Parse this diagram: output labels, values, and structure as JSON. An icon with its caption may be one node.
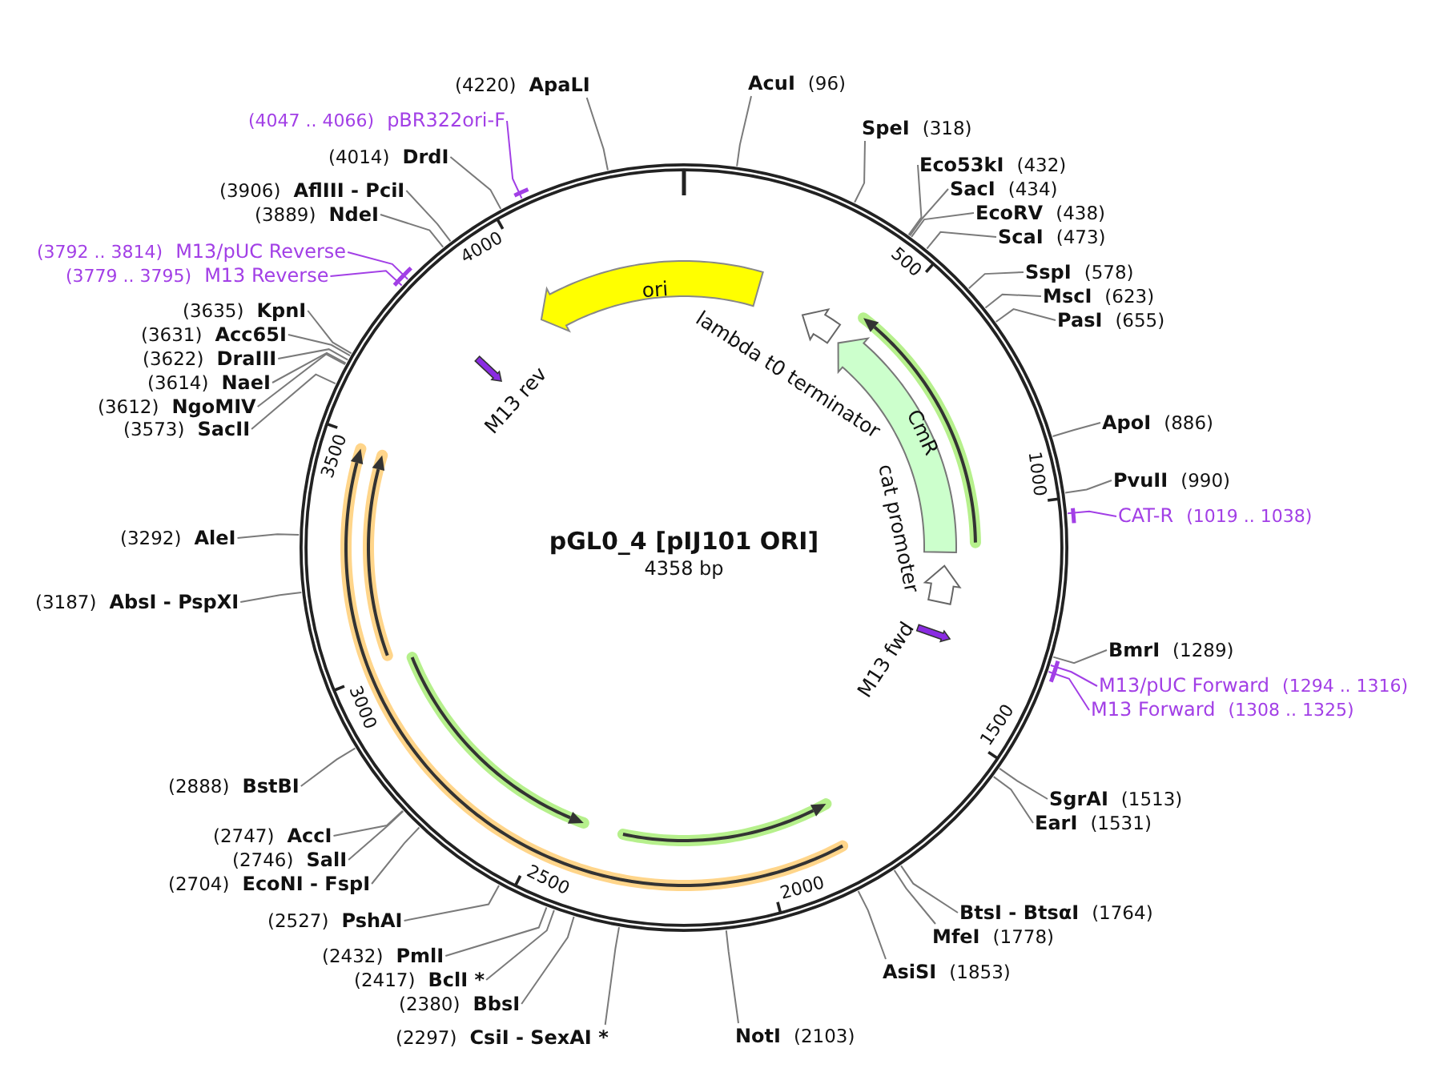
{
  "diagram": {
    "nodes": [
      {
        "text": [
          "pGL0_4 [pIJ101 ORI]",
          "4358 bp"
        ]
      },
      {
        "text": [
          "ori"
        ],
        "in": 0
      },
      {
        "text": [
          "lambda t0 terminator"
        ],
        "in": 0
      },
      {
        "text": [
          "CmR"
        ],
        "in": 0
      },
      {
        "text": [
          "cat promoter"
        ],
        "in": 0
      },
      {
        "text": [
          "M13 rev"
        ],
        "in": 0
      },
      {
        "text": [
          "M13 fwd"
        ],
        "in": 0
      },
      {
        "text": [
          "AcuI",
          "(96)"
        ]
      },
      {
        "text": [
          "SpeI",
          "(318)"
        ]
      },
      {
        "text": [
          "Eco53kI",
          "(432)"
        ]
      },
      {
        "text": [
          "SacI",
          "(434)"
        ]
      },
      {
        "text": [
          "EcoRV",
          "(438)"
        ]
      },
      {
        "text": [
          "ScaI",
          "(473)"
        ]
      },
      {
        "text": [
          "SspI",
          "(578)"
        ]
      },
      {
        "text": [
          "MscI",
          "(623)"
        ]
      },
      {
        "text": [
          "PasI",
          "(655)"
        ]
      },
      {
        "text": [
          "ApoI",
          "(886)"
        ]
      },
      {
        "text": [
          "PvuII",
          "(990)"
        ]
      },
      {
        "text": [
          "CAT-R",
          "(1019 .. 1038)"
        ]
      },
      {
        "text": [
          "BmrI",
          "(1289)"
        ]
      },
      {
        "text": [
          "M13/pUC Forward",
          "(1294 .. 1316)"
        ]
      },
      {
        "text": [
          "M13 Forward",
          "(1308 .. 1325)"
        ]
      },
      {
        "text": [
          "SgrAI",
          "(1513)"
        ]
      },
      {
        "text": [
          "EarI",
          "(1531)"
        ]
      },
      {
        "text": [
          "BtsI - BtsαI",
          "(1764)"
        ]
      },
      {
        "text": [
          "MfeI",
          "(1778)"
        ]
      },
      {
        "text": [
          "AsiSI",
          "(1853)"
        ]
      },
      {
        "text": [
          "NotI",
          "(2103)"
        ]
      },
      {
        "text": [
          "(2297)",
          "CsiI - SexAI *"
        ]
      },
      {
        "text": [
          "(2380)",
          "BbsI"
        ]
      },
      {
        "text": [
          "(2417)",
          "BclI *"
        ]
      },
      {
        "text": [
          "(2432)",
          "PmlI"
        ]
      },
      {
        "text": [
          "(2527)",
          "PshAI"
        ]
      },
      {
        "text": [
          "(2704)",
          "EcoNI - FspI"
        ]
      },
      {
        "text": [
          "(2746)",
          "SalI"
        ]
      },
      {
        "text": [
          "(2747)",
          "AccI"
        ]
      },
      {
        "text": [
          "(2888)",
          "BstBI"
        ]
      },
      {
        "text": [
          "(3187)",
          "AbsI - PspXI"
        ]
      },
      {
        "text": [
          "(3292)",
          "AleI"
        ]
      },
      {
        "text": [
          "(3573)",
          "SacII"
        ]
      },
      {
        "text": [
          "(3612)",
          "NgoMIV"
        ]
      },
      {
        "text": [
          "(3614)",
          "NaeI"
        ]
      },
      {
        "text": [
          "(3622)",
          "DraIII"
        ]
      },
      {
        "text": [
          "(3631)",
          "Acc65I"
        ]
      },
      {
        "text": [
          "(3635)",
          "KpnI"
        ]
      },
      {
        "text": [
          "(3779 .. 3795)",
          "M13 Reverse"
        ]
      },
      {
        "text": [
          "(3792 .. 3814)",
          "M13/pUC Reverse"
        ]
      },
      {
        "text": [
          "(3889)",
          "NdeI"
        ]
      },
      {
        "text": [
          "(3906)",
          "AflIII - PciI"
        ]
      },
      {
        "text": [
          "(4014)",
          "DrdI"
        ]
      },
      {
        "text": [
          "(4047 .. 4066)",
          "pBR322ori-F"
        ]
      },
      {
        "text": [
          "(4220)",
          "ApaLI"
        ]
      }
    ],
    "edges": [
      {
        "from": 7,
        "to": 0,
        "arrow": "none"
      },
      {
        "from": 8,
        "to": 0,
        "arrow": "none"
      },
      {
        "from": 9,
        "to": 0,
        "arrow": "none"
      },
      {
        "from": 10,
        "to": 0,
        "arrow": "none"
      },
      {
        "from": 11,
        "to": 0,
        "arrow": "none"
      },
      {
        "from": 12,
        "to": 0,
        "arrow": "none"
      },
      {
        "from": 13,
        "to": 0,
        "arrow": "none"
      },
      {
        "from": 14,
        "to": 0,
        "arrow": "none"
      },
      {
        "from": 15,
        "to": 0,
        "arrow": "none"
      },
      {
        "from": 16,
        "to": 0,
        "arrow": "none"
      },
      {
        "from": 17,
        "to": 0,
        "arrow": "none"
      },
      {
        "from": 18,
        "to": 0,
        "arrow": "none",
        "color": "#a23fe6"
      },
      {
        "from": 19,
        "to": 0,
        "arrow": "none"
      },
      {
        "from": 20,
        "to": 0,
        "arrow": "none",
        "color": "#a23fe6"
      },
      {
        "from": 21,
        "to": 0,
        "arrow": "none",
        "color": "#a23fe6"
      },
      {
        "from": 22,
        "to": 0,
        "arrow": "none"
      },
      {
        "from": 23,
        "to": 0,
        "arrow": "none"
      },
      {
        "from": 24,
        "to": 0,
        "arrow": "none"
      },
      {
        "from": 25,
        "to": 0,
        "arrow": "none"
      },
      {
        "from": 26,
        "to": 0,
        "arrow": "none"
      },
      {
        "from": 27,
        "to": 0,
        "arrow": "none"
      },
      {
        "from": 28,
        "to": 0,
        "arrow": "none"
      },
      {
        "from": 29,
        "to": 0,
        "arrow": "none"
      },
      {
        "from": 30,
        "to": 0,
        "arrow": "none"
      },
      {
        "from": 31,
        "to": 0,
        "arrow": "none"
      },
      {
        "from": 32,
        "to": 0,
        "arrow": "none"
      },
      {
        "from": 33,
        "to": 0,
        "arrow": "none"
      },
      {
        "from": 34,
        "to": 0,
        "arrow": "none"
      },
      {
        "from": 35,
        "to": 0,
        "arrow": "none"
      },
      {
        "from": 36,
        "to": 0,
        "arrow": "none"
      },
      {
        "from": 37,
        "to": 0,
        "arrow": "none"
      },
      {
        "from": 38,
        "to": 0,
        "arrow": "none"
      },
      {
        "from": 39,
        "to": 0,
        "arrow": "none"
      },
      {
        "from": 40,
        "to": 0,
        "arrow": "none"
      },
      {
        "from": 41,
        "to": 0,
        "arrow": "none"
      },
      {
        "from": 42,
        "to": 0,
        "arrow": "none"
      },
      {
        "from": 43,
        "to": 0,
        "arrow": "none"
      },
      {
        "from": 44,
        "to": 0,
        "arrow": "none"
      },
      {
        "from": 45,
        "to": 0,
        "arrow": "none",
        "color": "#a23fe6"
      },
      {
        "from": 46,
        "to": 0,
        "arrow": "none",
        "color": "#a23fe6"
      },
      {
        "from": 47,
        "to": 0,
        "arrow": "none"
      },
      {
        "from": 48,
        "to": 0,
        "arrow": "none"
      },
      {
        "from": 49,
        "to": 0,
        "arrow": "none"
      },
      {
        "from": 50,
        "to": 0,
        "arrow": "none",
        "color": "#a23fe6"
      },
      {
        "from": 51,
        "to": 0,
        "arrow": "none"
      }
    ],
    "labels": [
      "500",
      "1000",
      "1500",
      "2000",
      "2500",
      "3000",
      "3500",
      "4000"
    ]
  }
}
